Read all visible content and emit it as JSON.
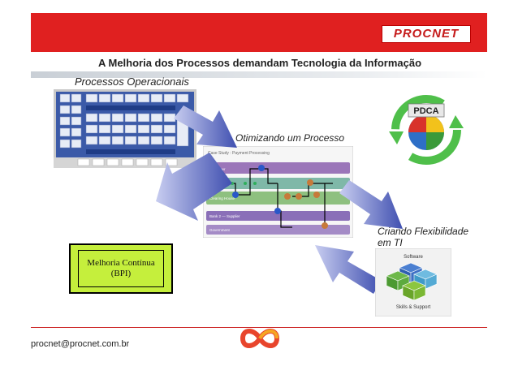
{
  "header": {
    "logo_text": "PROCNET"
  },
  "title": "A Melhoria dos Processos demandam Tecnologia da Informação",
  "sections": {
    "processos": "Processos Operacionais",
    "otimizando": "Otimizando um Processo",
    "flexibilidade": "Criando Flexibilidade em TI"
  },
  "bpi_label": "Melhoria Contínua (BPI)",
  "pdca_label": "PDCA",
  "flow_diagram": {
    "title": "Case Study : Payment Processing",
    "lanes": [
      "Customer",
      "Bank",
      "Clearing House",
      "Bank 2 — Supplier",
      "Government"
    ]
  },
  "it_diagram": {
    "top_label": "Software",
    "bottom_label": "Skills & Support"
  },
  "footer": {
    "email": "procnet@procnet.com.br"
  },
  "colors": {
    "accent_red": "#e02020",
    "bpi_green": "#c5ef3c",
    "arrow_blue": "#3f4fb0"
  }
}
